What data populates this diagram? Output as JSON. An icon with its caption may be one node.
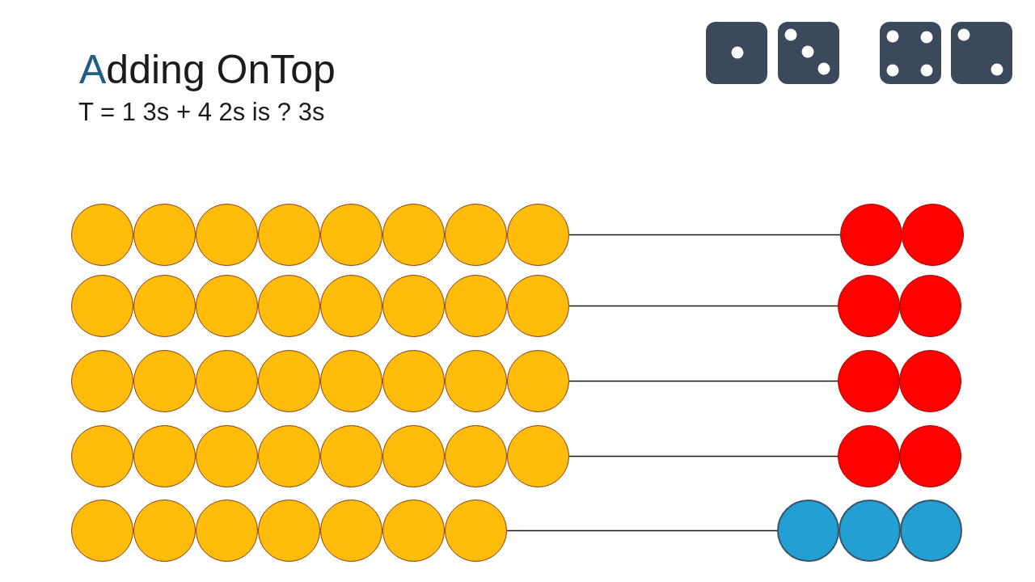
{
  "diagram": {
    "title": "Adding OnTop",
    "nodes": [
      {
        "text": [],
        "shape": "circle"
      },
      {
        "text": [],
        "shape": "circle"
      },
      {
        "text": [],
        "shape": "circle"
      },
      {
        "text": [],
        "shape": "circle"
      },
      {
        "text": [],
        "shape": "circle"
      },
      {
        "text": [],
        "shape": "circle"
      },
      {
        "text": [],
        "shape": "circle"
      },
      {
        "text": [],
        "shape": "circle"
      },
      {
        "text": [],
        "shape": "circle"
      },
      {
        "text": [],
        "shape": "circle"
      },
      {
        "text": [],
        "shape": "circle"
      },
      {
        "text": [],
        "shape": "circle"
      },
      {
        "text": [],
        "shape": "circle"
      },
      {
        "text": [],
        "shape": "circle"
      },
      {
        "text": [],
        "shape": "circle"
      },
      {
        "text": [],
        "shape": "circle"
      },
      {
        "text": [],
        "shape": "circle"
      },
      {
        "text": [],
        "shape": "circle"
      },
      {
        "text": [],
        "shape": "circle"
      },
      {
        "text": [],
        "shape": "circle"
      },
      {
        "text": [],
        "shape": "circle"
      },
      {
        "text": [],
        "shape": "circle"
      },
      {
        "text": [],
        "shape": "circle"
      },
      {
        "text": [],
        "shape": "circle"
      },
      {
        "text": [],
        "shape": "circle"
      },
      {
        "text": [],
        "shape": "circle"
      },
      {
        "text": [],
        "shape": "circle"
      },
      {
        "text": [],
        "shape": "circle"
      },
      {
        "text": [],
        "shape": "circle"
      },
      {
        "text": [],
        "shape": "circle"
      },
      {
        "text": [],
        "shape": "circle"
      },
      {
        "text": [],
        "shape": "circle"
      },
      {
        "text": [],
        "shape": "circle"
      },
      {
        "text": [],
        "shape": "circle"
      },
      {
        "text": [],
        "shape": "circle"
      },
      {
        "text": [],
        "shape": "circle"
      },
      {
        "text": [],
        "shape": "circle"
      },
      {
        "text": [],
        "shape": "circle"
      },
      {
        "text": [],
        "shape": "circle"
      },
      {
        "text": [],
        "shape": "circle"
      },
      {
        "text": [],
        "shape": "circle"
      },
      {
        "text": [],
        "shape": "circle"
      },
      {
        "text": [],
        "shape": "circle"
      },
      {
        "text": [],
        "shape": "circle"
      },
      {
        "text": [],
        "shape": "circle"
      },
      {
        "text": [],
        "shape": "circle"
      },
      {
        "text": [],
        "shape": "circle"
      },
      {
        "text": [],
        "shape": "circle"
      },
      {
        "text": [],
        "shape": "circle"
      },
      {
        "text": [],
        "shape": "circle"
      }
    ],
    "edges": [
      {
        "from": 7,
        "to": 8,
        "arrow": "none"
      },
      {
        "from": 17,
        "to": 18,
        "arrow": "none"
      },
      {
        "from": 27,
        "to": 28,
        "arrow": "none"
      },
      {
        "from": 37,
        "to": 38,
        "arrow": "none"
      },
      {
        "from": 46,
        "to": 47,
        "arrow": "none"
      }
    ],
    "labels": [
      "T = 1 3s + 4 2s is ? 3s"
    ]
  }
}
